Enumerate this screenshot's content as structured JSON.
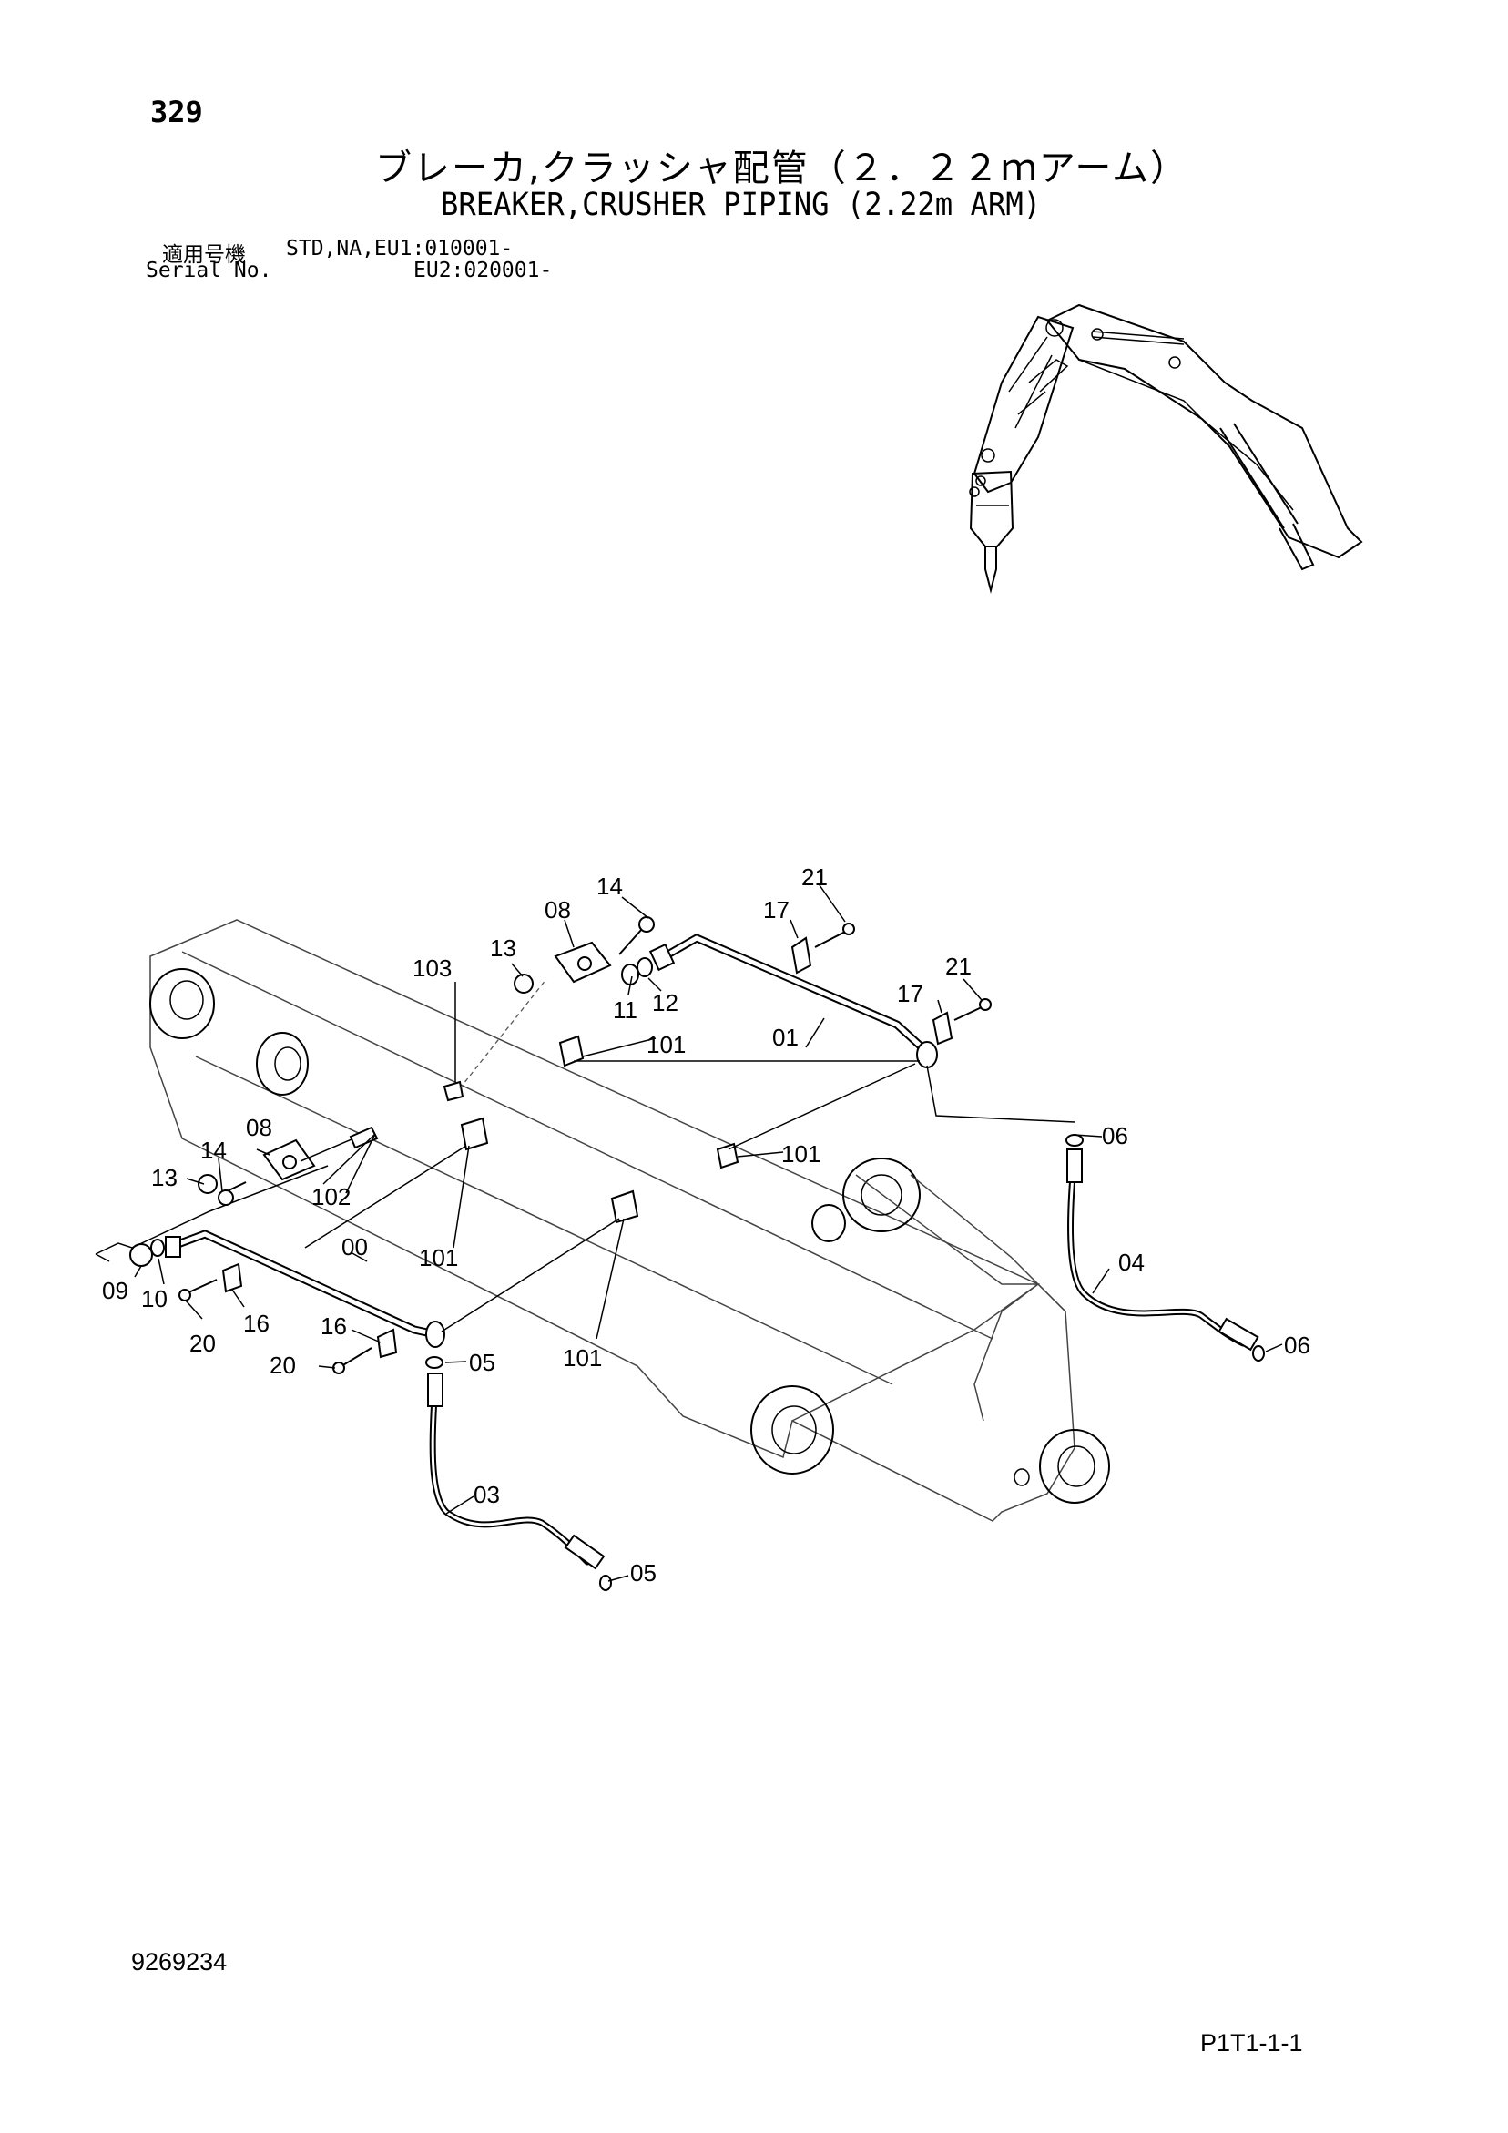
{
  "header": {
    "page_number": "329",
    "title_jp": "ブレーカ,クラッシャ配管（２．２２ｍアーム）",
    "title_en": "BREAKER,CRUSHER PIPING (2.22m ARM)",
    "serial_label_jp": "適用号機",
    "serial_label_en": "Serial No.",
    "serial_line_1": "STD,NA,EU1:010001-",
    "serial_line_2": "EU2:020001-"
  },
  "footer": {
    "document_id": "9269234",
    "page_code": "P1T1-1-1"
  },
  "callouts": {
    "c00": "00",
    "c01": "01",
    "c03": "03",
    "c04": "04",
    "c05a": "05",
    "c05b": "05",
    "c06a": "06",
    "c06b": "06",
    "c08a": "08",
    "c08b": "08",
    "c09": "09",
    "c10": "10",
    "c11": "11",
    "c12": "12",
    "c13a": "13",
    "c13b": "13",
    "c14a": "14",
    "c14b": "14",
    "c16a": "16",
    "c16b": "16",
    "c17a": "17",
    "c17b": "17",
    "c20a": "20",
    "c20b": "20",
    "c21a": "21",
    "c21b": "21",
    "c101a": "101",
    "c101b": "101",
    "c101c": "101",
    "c101d": "101",
    "c102": "102",
    "c103": "103"
  }
}
